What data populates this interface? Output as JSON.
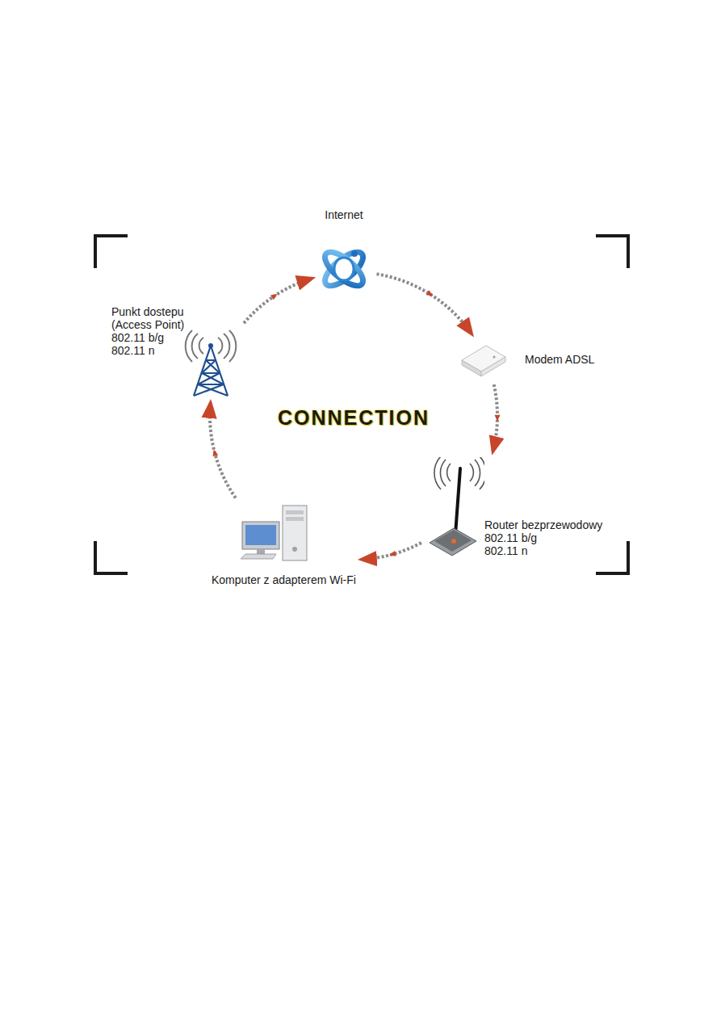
{
  "diagram": {
    "nodes": [
      {
        "text": [
          "Internet"
        ]
      },
      {
        "text": [
          "Modem ADSL"
        ]
      },
      {
        "text": [
          "Router bezprzewodowy",
          "802.11 b/g",
          "802.11 n"
        ]
      },
      {
        "text": [
          "Komputer z adapterem Wi-Fi"
        ]
      },
      {
        "text": [
          "Punkt dostepu",
          "(Access Point)",
          "802.11 b/g",
          "802.11 n"
        ]
      }
    ],
    "edges": [
      {
        "from": 0,
        "to": 1,
        "arrow": "to"
      },
      {
        "from": 1,
        "to": 2,
        "arrow": "to"
      },
      {
        "from": 2,
        "to": 3,
        "arrow": "to"
      },
      {
        "from": 3,
        "to": 4,
        "arrow": "to"
      },
      {
        "from": 4,
        "to": 0,
        "arrow": "to"
      }
    ],
    "labels": [
      "CONNECTION"
    ]
  }
}
